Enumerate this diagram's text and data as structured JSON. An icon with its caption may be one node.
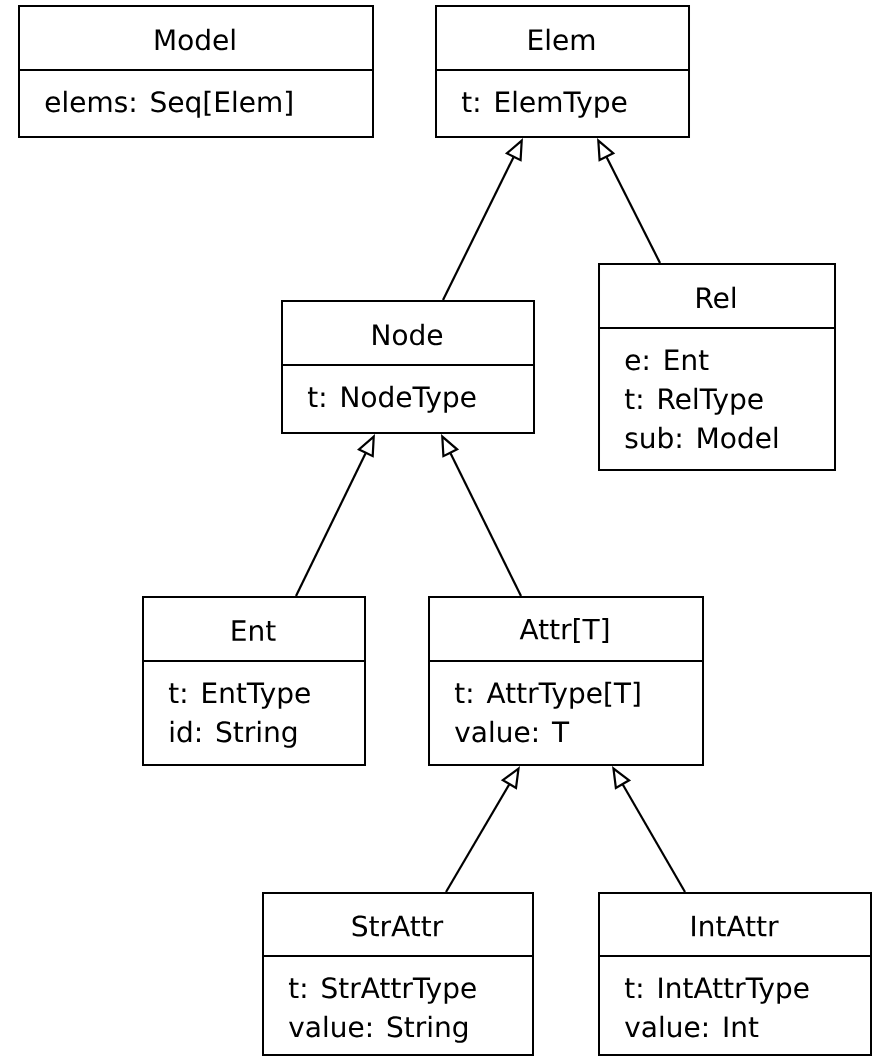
{
  "diagram": {
    "nodes": [
      {
        "text": [
          "Model",
          "elems: Seq[Elem]"
        ]
      },
      {
        "text": [
          "Elem",
          "t: ElemType"
        ]
      },
      {
        "text": [
          "Node",
          "t: NodeType"
        ]
      },
      {
        "text": [
          "Rel",
          "e: Ent",
          "t: RelType",
          "sub: Model"
        ]
      },
      {
        "text": [
          "Ent",
          "t: EntType",
          "id: String"
        ]
      },
      {
        "text": [
          "Attr[T]",
          "t: AttrType[T]",
          "value: T"
        ]
      },
      {
        "text": [
          "StrAttr",
          "t: StrAttrType",
          "value: String"
        ]
      },
      {
        "text": [
          "IntAttr",
          "t: IntAttrType",
          "value: Int"
        ]
      }
    ],
    "edges": [
      {
        "from": 2,
        "to": 1,
        "arrow": "to"
      },
      {
        "from": 3,
        "to": 1,
        "arrow": "to"
      },
      {
        "from": 4,
        "to": 2,
        "arrow": "to"
      },
      {
        "from": 5,
        "to": 2,
        "arrow": "to"
      },
      {
        "from": 6,
        "to": 5,
        "arrow": "to"
      },
      {
        "from": 7,
        "to": 5,
        "arrow": "to"
      }
    ]
  }
}
